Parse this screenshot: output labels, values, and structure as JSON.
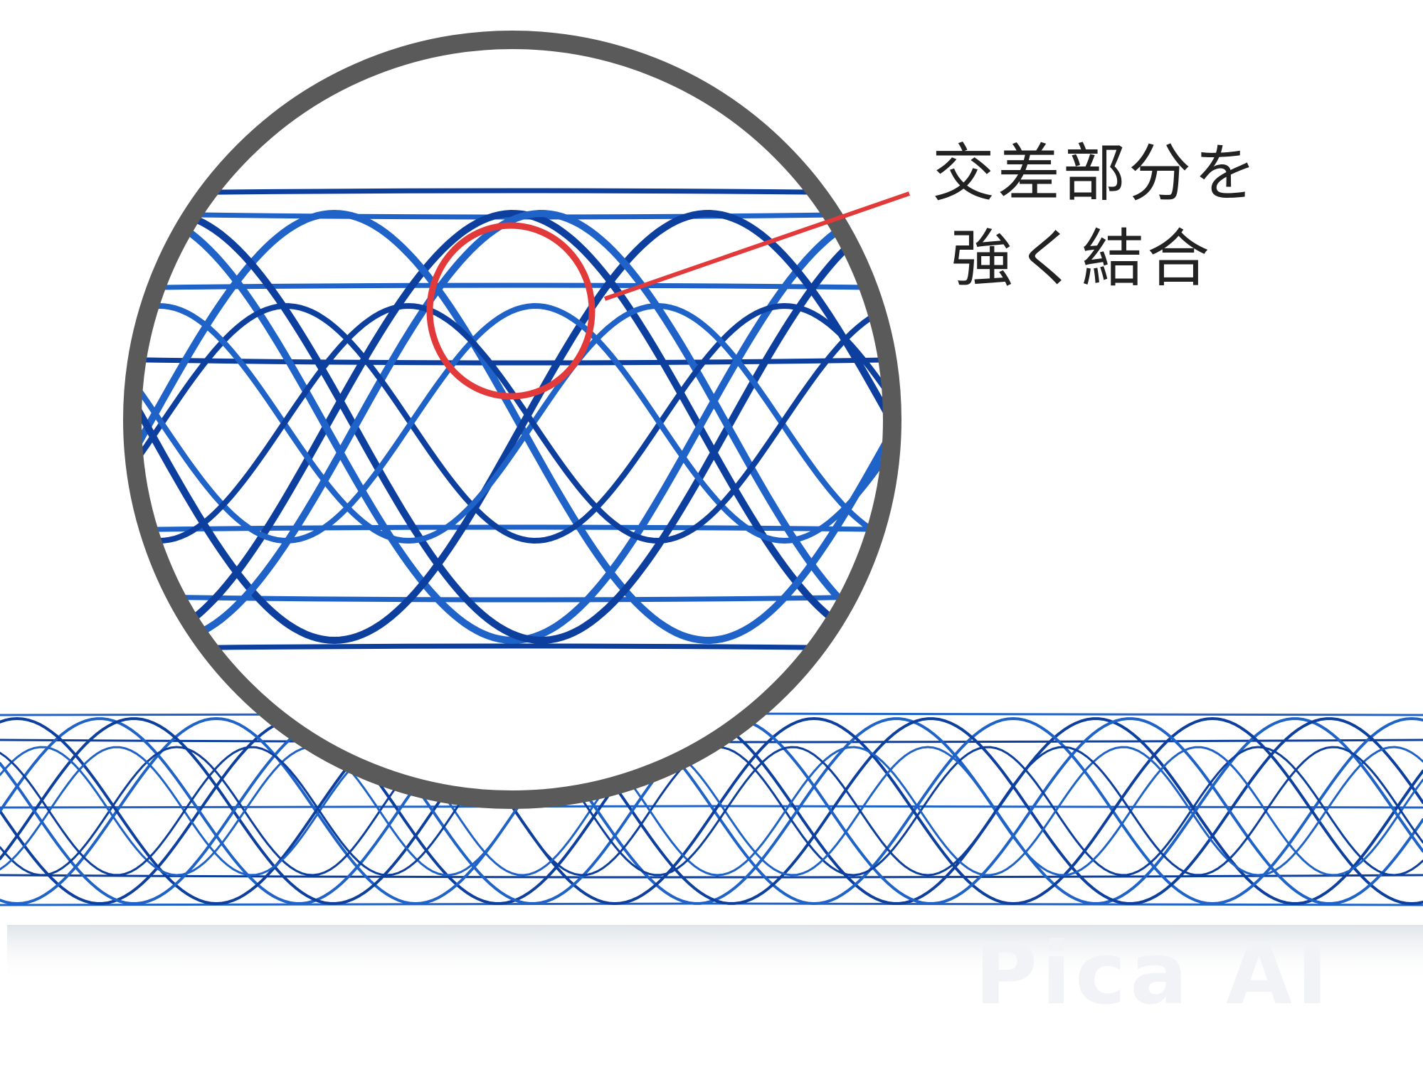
{
  "image": {
    "background_color": "#ffffff",
    "mesh_color": "#1f63c8",
    "mesh_dark_color": "#0d3f9e",
    "magnifier_ring_color": "#5a5a5a",
    "highlight_ring_color": "#e23a3a",
    "leader_line_color": "#e23a3a"
  },
  "callout": {
    "line1": "交差部分を",
    "line2": "強く結合"
  },
  "watermark": {
    "text": "Pica AI"
  }
}
